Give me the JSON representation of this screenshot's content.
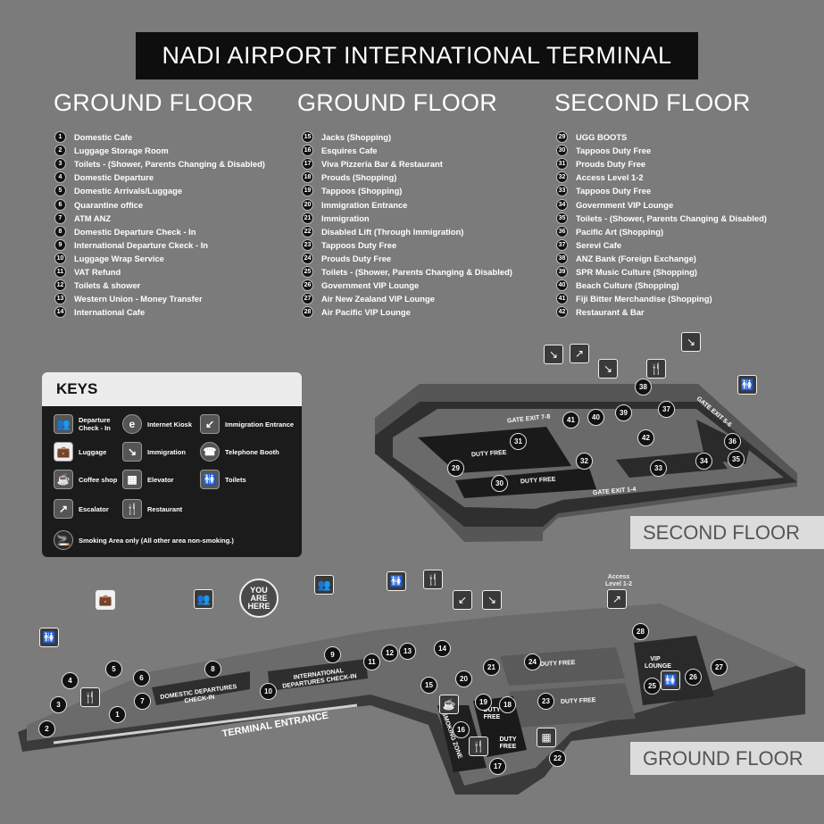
{
  "title": "NADI AIRPORT INTERNATIONAL TERMINAL",
  "columns": [
    {
      "heading": "GROUND FLOOR",
      "items": [
        {
          "n": "1",
          "label": "Domestic Cafe"
        },
        {
          "n": "2",
          "label": "Luggage Storage Room"
        },
        {
          "n": "3",
          "label": "Toilets - (Shower, Parents Changing & Disabled)"
        },
        {
          "n": "4",
          "label": "Domestic Departure"
        },
        {
          "n": "5",
          "label": "Domestic Arrivals/Luggage"
        },
        {
          "n": "6",
          "label": "Quarantine office"
        },
        {
          "n": "7",
          "label": "ATM ANZ"
        },
        {
          "n": "8",
          "label": "Domestic Departure Check - In"
        },
        {
          "n": "9",
          "label": "International Departure Ckeck - In"
        },
        {
          "n": "10",
          "label": "Luggage Wrap Service"
        },
        {
          "n": "11",
          "label": "VAT Refund"
        },
        {
          "n": "12",
          "label": "Toilets & shower"
        },
        {
          "n": "13",
          "label": "Western Union - Money Transfer"
        },
        {
          "n": "14",
          "label": "International Cafe"
        }
      ]
    },
    {
      "heading": "GROUND FLOOR",
      "items": [
        {
          "n": "15",
          "label": "Jacks (Shopping)"
        },
        {
          "n": "16",
          "label": "Esquires Cafe"
        },
        {
          "n": "17",
          "label": "Viva Pizzeria Bar & Restaurant"
        },
        {
          "n": "18",
          "label": "Prouds (Shopping)"
        },
        {
          "n": "19",
          "label": "Tappoos (Shopping)"
        },
        {
          "n": "20",
          "label": "Immigration Entrance"
        },
        {
          "n": "21",
          "label": "Immigration"
        },
        {
          "n": "22",
          "label": "Disabled Lift (Through Immigration)"
        },
        {
          "n": "23",
          "label": "Tappoos Duty Free"
        },
        {
          "n": "24",
          "label": "Prouds Duty Free"
        },
        {
          "n": "25",
          "label": "Toilets - (Shower, Parents Changing & Disabled)"
        },
        {
          "n": "26",
          "label": "Government VIP Lounge"
        },
        {
          "n": "27",
          "label": "Air New Zealand VIP Lounge"
        },
        {
          "n": "28",
          "label": "Air Pacific VIP Lounge"
        }
      ]
    },
    {
      "heading": "SECOND FLOOR",
      "items": [
        {
          "n": "29",
          "label": "UGG BOOTS"
        },
        {
          "n": "30",
          "label": "Tappoos Duty Free"
        },
        {
          "n": "31",
          "label": "Prouds Duty Free"
        },
        {
          "n": "32",
          "label": "Access Level 1-2"
        },
        {
          "n": "33",
          "label": "Tappoos Duty Free"
        },
        {
          "n": "34",
          "label": "Government VIP Lounge"
        },
        {
          "n": "35",
          "label": "Toilets - (Shower, Parents Changing & Disabled)"
        },
        {
          "n": "36",
          "label": "Pacific Art (Shopping)"
        },
        {
          "n": "37",
          "label": "Serevi Cafe"
        },
        {
          "n": "38",
          "label": "ANZ Bank (Foreign Exchange)"
        },
        {
          "n": "39",
          "label": "SPR Music Culture (Shopping)"
        },
        {
          "n": "40",
          "label": "Beach Culture (Shopping)"
        },
        {
          "n": "41",
          "label": "Fiji Bitter Merchandise (Shopping)"
        },
        {
          "n": "42",
          "label": "Restaurant & Bar"
        }
      ]
    }
  ],
  "keys": {
    "heading": "KEYS",
    "departure_checkin": "Departure Check - In",
    "internet_kiosk": "Internet Kiosk",
    "immigration_entrance": "Immigration Entrance",
    "luggage": "Luggage",
    "immigration": "Immigration",
    "telephone_booth": "Telephone Booth",
    "coffee_shop": "Coffee shop",
    "elevator": "Elevator",
    "toilets": "Toilets",
    "escalator": "Escalator",
    "restaurant": "Restaurant",
    "smoking": "Smoking Area only (All other area non-smoking.)"
  },
  "second_floor_map": {
    "floor_label": "SECOND FLOOR",
    "duty_free_1": "DUTY FREE",
    "duty_free_2": "DUTY FREE",
    "gate_exit_7_8": "GATE EXIT 7-8",
    "gate_exit_5_6": "GATE EXIT 5-6",
    "gate_exit_1_4": "GATE EXIT 1-4"
  },
  "ground_floor_map": {
    "floor_label": "GROUND FLOOR",
    "you_are_here": "YOU ARE HERE",
    "domestic_departures": "DOMESTIC DEPARTURES CHECK-IN",
    "international_departures": "INTERNATIONAL DEPARTURES CHECK-IN",
    "terminal_entrance": "TERMINAL ENTRANCE",
    "smoking_zone": "SMOKING ZONE",
    "duty_free_a": "DUTY FREE",
    "duty_free_b": "DUTY FREE",
    "duty_free_c": "DUTY FREE",
    "duty_free_d": "DUTY FREE",
    "vip_lounge": "VIP LOUNGE",
    "access_level": "Access Level 1-2"
  }
}
